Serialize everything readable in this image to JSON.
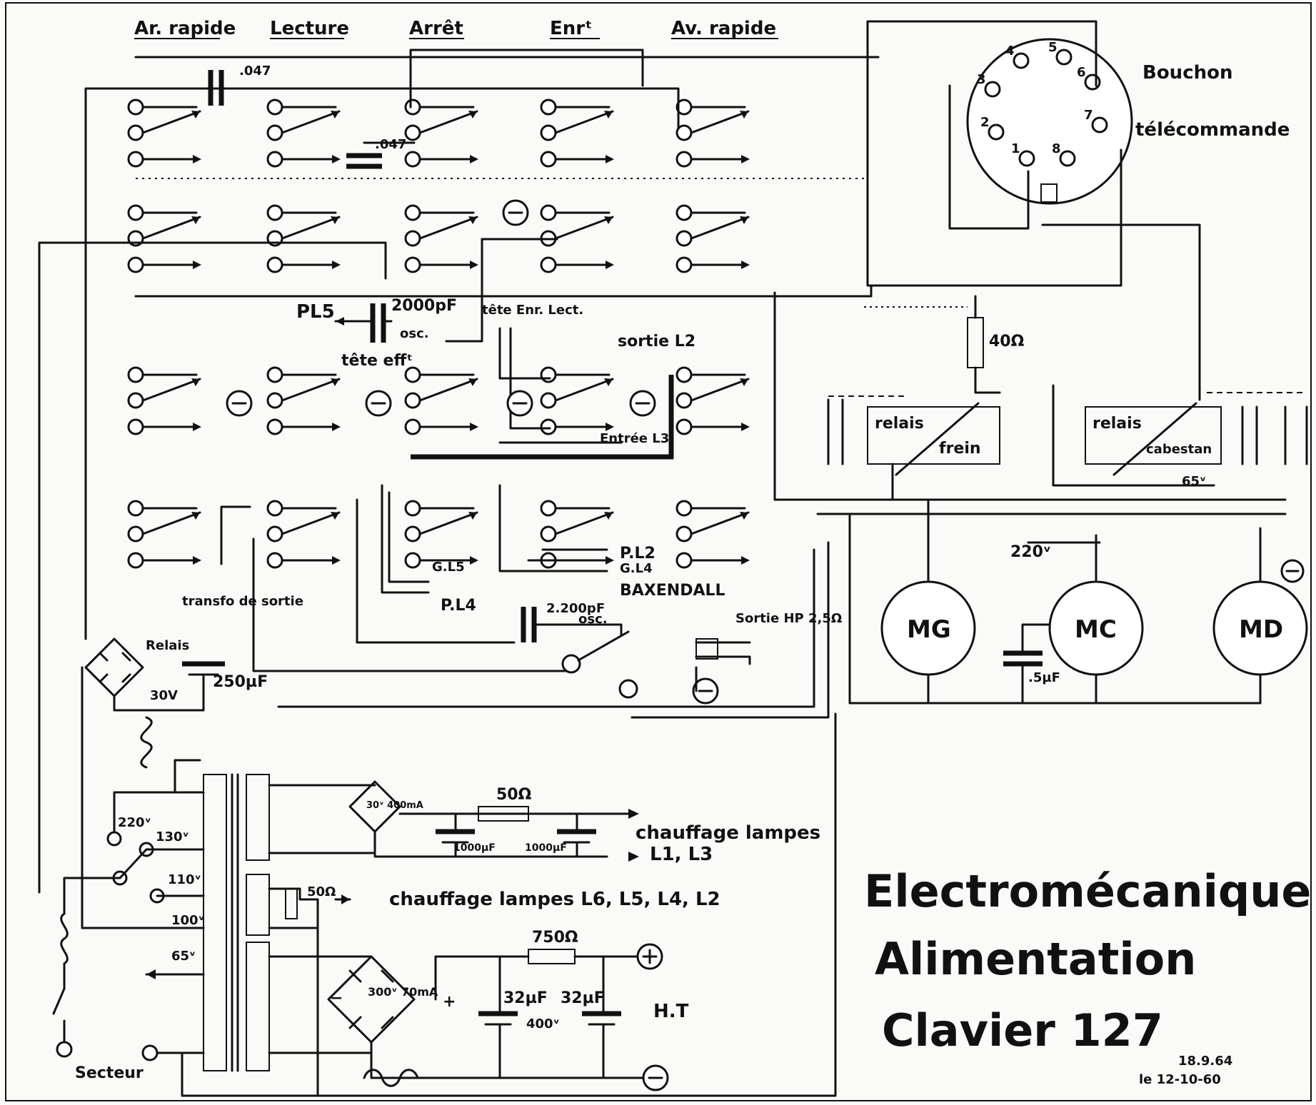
{
  "keys": {
    "ar_rapide": "Ar. rapide",
    "lecture": "Lecture",
    "arret": "Arrêt",
    "enr": "Enrᵗ",
    "av_rapide": "Av. rapide"
  },
  "socket": {
    "title_line1": "Bouchon",
    "title_line2": "télécommande",
    "pins": [
      "1",
      "2",
      "3",
      "4",
      "5",
      "6",
      "7",
      "8"
    ]
  },
  "labels": {
    "c047a": ".047",
    "c047b": ".047",
    "pl5": "PL5",
    "c2000": "2000pF",
    "osc1": "osc.",
    "tete_lect": "tête Enr. Lect.",
    "tete_eff": "tête effᵗ",
    "sortie_l2": "sortie L2",
    "entree_l3": "Entrée L3",
    "gl5": "G.L5",
    "pl4": "P.L4",
    "pl2": "P.L2",
    "gl4": "G.L4",
    "baxendall": "BAXENDALL",
    "c2200": "2.200pF",
    "osc2": "osc.",
    "transfo_sortie": "transfo de sortie",
    "sortie_hp": "Sortie HP 2,5Ω",
    "relais": "Relais",
    "c250": "250µF",
    "v30": "30V",
    "r40": "40Ω",
    "relais_frein_1": "relais",
    "relais_frein_2": "frein",
    "relais_cab_1": "relais",
    "relais_cab_2": "cabestan",
    "v65a": "65ᵛ",
    "v220a": "220ᵛ",
    "mg": "MG",
    "mc": "MC",
    "md": "MD",
    "c5": ".5µF",
    "v220": "220ᵛ",
    "v130": "130ᵛ",
    "v110": "110ᵛ",
    "v100": "100ᵛ",
    "v65": "65ᵛ",
    "secteur": "Secteur",
    "bridge1": "30ᵛ 400mA",
    "r50a": "50Ω",
    "c1000a": "1000µF",
    "c1000b": "1000µF",
    "chauffage1": "chauffage lampes",
    "chauffage1b": "L1, L3",
    "r50b": "50Ω",
    "chauffage2": "chauffage lampes L6, L5, L4, L2",
    "r750": "750Ω",
    "c32a": "32µF",
    "c32b": "32µF",
    "v400": "400ᵛ",
    "ht": "H.T",
    "bridge2": "300ᵛ 70mA",
    "plus": "+",
    "minus": "−",
    "date1": "18.9.64",
    "date2": "le 12-10-60"
  },
  "title": {
    "line1": "Electromécanique",
    "line2": "Alimentation",
    "line3": "Clavier  127"
  }
}
